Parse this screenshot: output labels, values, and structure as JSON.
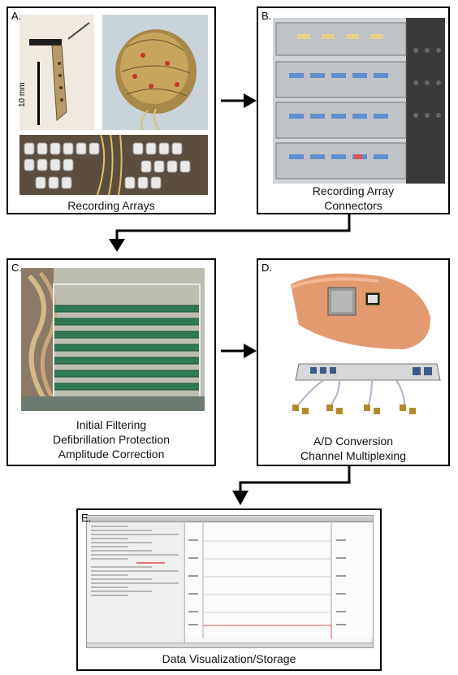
{
  "panels": {
    "a": {
      "letter": "A.",
      "caption": "Recording Arrays",
      "scale_label": "10 mm"
    },
    "b": {
      "letter": "B.",
      "caption_lines": [
        "Recording Array",
        "Connectors"
      ]
    },
    "c": {
      "letter": "C.",
      "caption_lines": [
        "Initial Filtering",
        "Defibrillation Protection",
        "Amplitude Correction"
      ]
    },
    "d": {
      "letter": "D.",
      "caption_lines": [
        "A/D Conversion",
        "Channel Multiplexing"
      ]
    },
    "e": {
      "letter": "E.",
      "caption": "Data Visualization/Storage"
    }
  },
  "colors": {
    "border": "#000000",
    "arrow": "#000000",
    "trace_red": "#d9534f"
  }
}
